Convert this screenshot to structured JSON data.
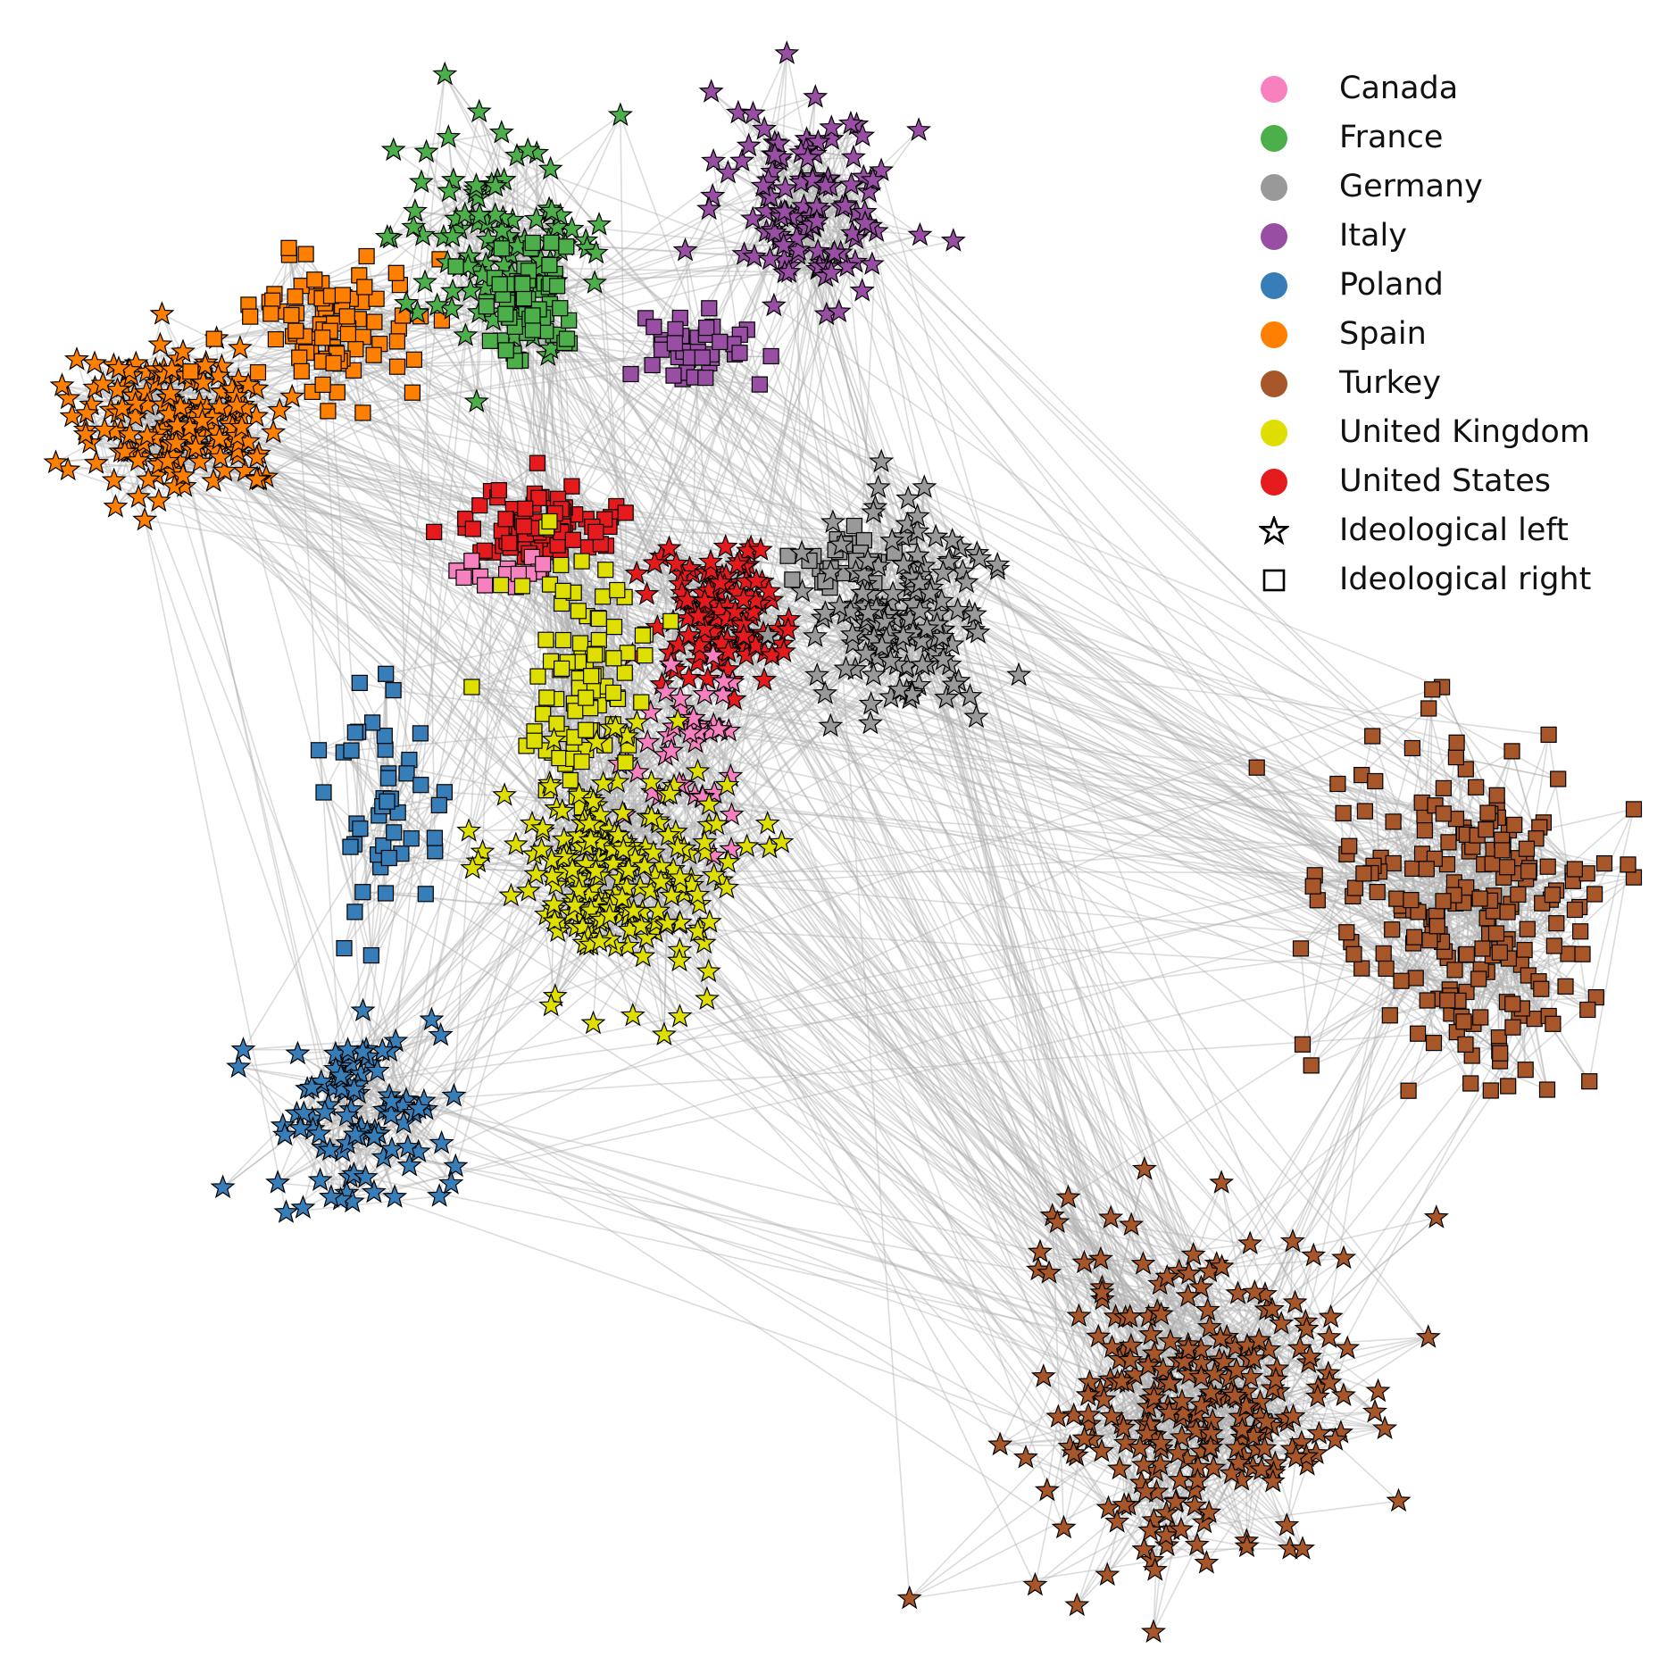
{
  "legend": {
    "countries": [
      {
        "label": "Canada",
        "color": "#f781bf"
      },
      {
        "label": "France",
        "color": "#4daf4a"
      },
      {
        "label": "Germany",
        "color": "#999999"
      },
      {
        "label": "Italy",
        "color": "#984ea3"
      },
      {
        "label": "Poland",
        "color": "#377eb8"
      },
      {
        "label": "Spain",
        "color": "#ff7f00"
      },
      {
        "label": "Turkey",
        "color": "#a65628"
      },
      {
        "label": "United Kingdom",
        "color": "#dede00"
      },
      {
        "label": "United States",
        "color": "#e41a1c"
      }
    ],
    "shapes": [
      {
        "label": "Ideological left",
        "icon": "star-outline-icon"
      },
      {
        "label": "Ideological right",
        "icon": "square-outline-icon"
      }
    ]
  },
  "network": {
    "edge_color": "#b0b0b0",
    "node_outline_color": "#000000",
    "groups": [
      {
        "country": "Spain",
        "ideology": "left",
        "count": 170
      },
      {
        "country": "Spain",
        "ideology": "right",
        "count": 90
      },
      {
        "country": "France",
        "ideology": "left",
        "count": 110
      },
      {
        "country": "France",
        "ideology": "right",
        "count": 60
      },
      {
        "country": "Italy",
        "ideology": "left",
        "count": 120
      },
      {
        "country": "Italy",
        "ideology": "right",
        "count": 40
      },
      {
        "country": "United States",
        "ideology": "right",
        "count": 95
      },
      {
        "country": "United States",
        "ideology": "left",
        "count": 120
      },
      {
        "country": "Canada",
        "ideology": "right",
        "count": 15
      },
      {
        "country": "Canada",
        "ideology": "left",
        "count": 45
      },
      {
        "country": "Germany",
        "ideology": "right",
        "count": 30
      },
      {
        "country": "Germany",
        "ideology": "left",
        "count": 150
      },
      {
        "country": "United Kingdom",
        "ideology": "right",
        "count": 90
      },
      {
        "country": "United Kingdom",
        "ideology": "left",
        "count": 210
      },
      {
        "country": "Poland",
        "ideology": "right",
        "count": 45
      },
      {
        "country": "Poland",
        "ideology": "left",
        "count": 95
      },
      {
        "country": "Turkey",
        "ideology": "right",
        "count": 210
      },
      {
        "country": "Turkey",
        "ideology": "left",
        "count": 260
      }
    ]
  }
}
